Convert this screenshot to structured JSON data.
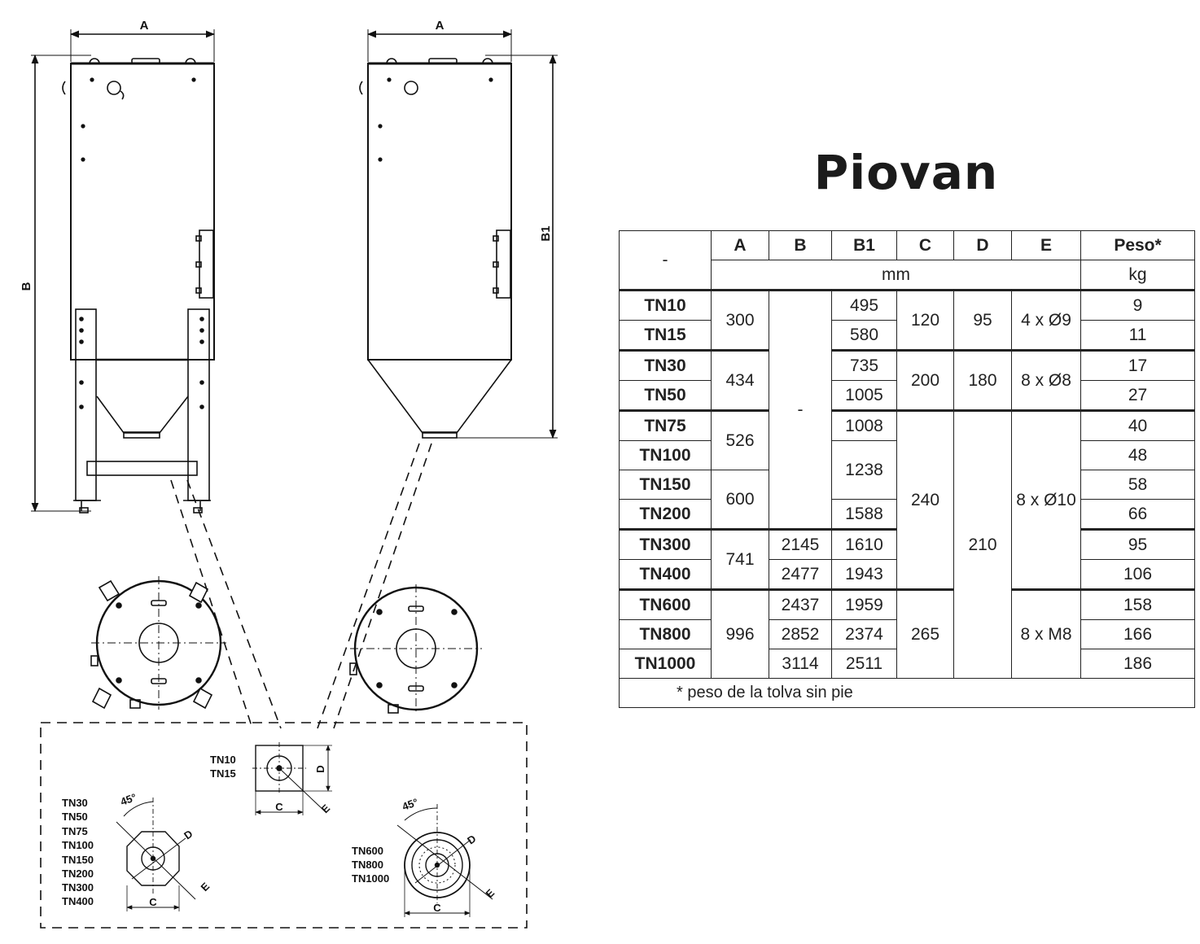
{
  "brand": {
    "logo_text": "Piovan"
  },
  "drawing": {
    "dim_labels": {
      "a_left": "A",
      "a_right": "A",
      "b": "B",
      "b1": "B1"
    },
    "flange_small": {
      "models": [
        "TN10",
        "TN15"
      ],
      "c": "C",
      "d": "D",
      "e": "E"
    },
    "flange_octagon": {
      "models": [
        "TN30",
        "TN50",
        "TN75",
        "TN100",
        "TN150",
        "TN200",
        "TN300",
        "TN400"
      ],
      "angle": "45°",
      "c": "C",
      "d": "D",
      "e": "E"
    },
    "flange_round": {
      "models": [
        "TN600",
        "TN800",
        "TN1000"
      ],
      "angle": "45°",
      "c": "C",
      "d": "D",
      "e": "E"
    }
  },
  "table": {
    "headers": [
      "-",
      "A",
      "B",
      "B1",
      "C",
      "D",
      "E",
      "Peso*"
    ],
    "units": {
      "mm": "mm",
      "kg": "kg"
    },
    "footnote": "* peso de la tolva sin pie",
    "rows": [
      {
        "model": "TN10",
        "A": "300",
        "B": "-",
        "B1": "495",
        "C": "120",
        "D": "95",
        "E": "4 x Ø9",
        "peso": "9"
      },
      {
        "model": "TN15",
        "A": "300",
        "B": "-",
        "B1": "580",
        "C": "120",
        "D": "95",
        "E": "4 x Ø9",
        "peso": "11"
      },
      {
        "model": "TN30",
        "A": "434",
        "B": "-",
        "B1": "735",
        "C": "200",
        "D": "180",
        "E": "8 x Ø8",
        "peso": "17"
      },
      {
        "model": "TN50",
        "A": "434",
        "B": "-",
        "B1": "1005",
        "C": "200",
        "D": "180",
        "E": "8 x Ø8",
        "peso": "27"
      },
      {
        "model": "TN75",
        "A": "526",
        "B": "-",
        "B1": "1008",
        "C": "240",
        "D": "210",
        "E": "8 x Ø10",
        "peso": "40"
      },
      {
        "model": "TN100",
        "A": "526",
        "B": "-",
        "B1": "1238",
        "C": "240",
        "D": "210",
        "E": "8 x Ø10",
        "peso": "48"
      },
      {
        "model": "TN150",
        "A": "600",
        "B": "-",
        "B1": "1238",
        "C": "240",
        "D": "210",
        "E": "8 x Ø10",
        "peso": "58"
      },
      {
        "model": "TN200",
        "A": "600",
        "B": "-",
        "B1": "1588",
        "C": "240",
        "D": "210",
        "E": "8 x Ø10",
        "peso": "66"
      },
      {
        "model": "TN300",
        "A": "741",
        "B": "2145",
        "B1": "1610",
        "C": "240",
        "D": "210",
        "E": "8 x Ø10",
        "peso": "95"
      },
      {
        "model": "TN400",
        "A": "741",
        "B": "2477",
        "B1": "1943",
        "C": "240",
        "D": "210",
        "E": "8 x Ø10",
        "peso": "106"
      },
      {
        "model": "TN600",
        "A": "996",
        "B": "2437",
        "B1": "1959",
        "C": "265",
        "D": "210",
        "E": "8 x M8",
        "peso": "158"
      },
      {
        "model": "TN800",
        "A": "996",
        "B": "2852",
        "B1": "2374",
        "C": "265",
        "D": "210",
        "E": "8 x M8",
        "peso": "166"
      },
      {
        "model": "TN1000",
        "A": "996",
        "B": "3114",
        "B1": "2511",
        "C": "265",
        "D": "210",
        "E": "8 x M8",
        "peso": "186"
      }
    ]
  }
}
